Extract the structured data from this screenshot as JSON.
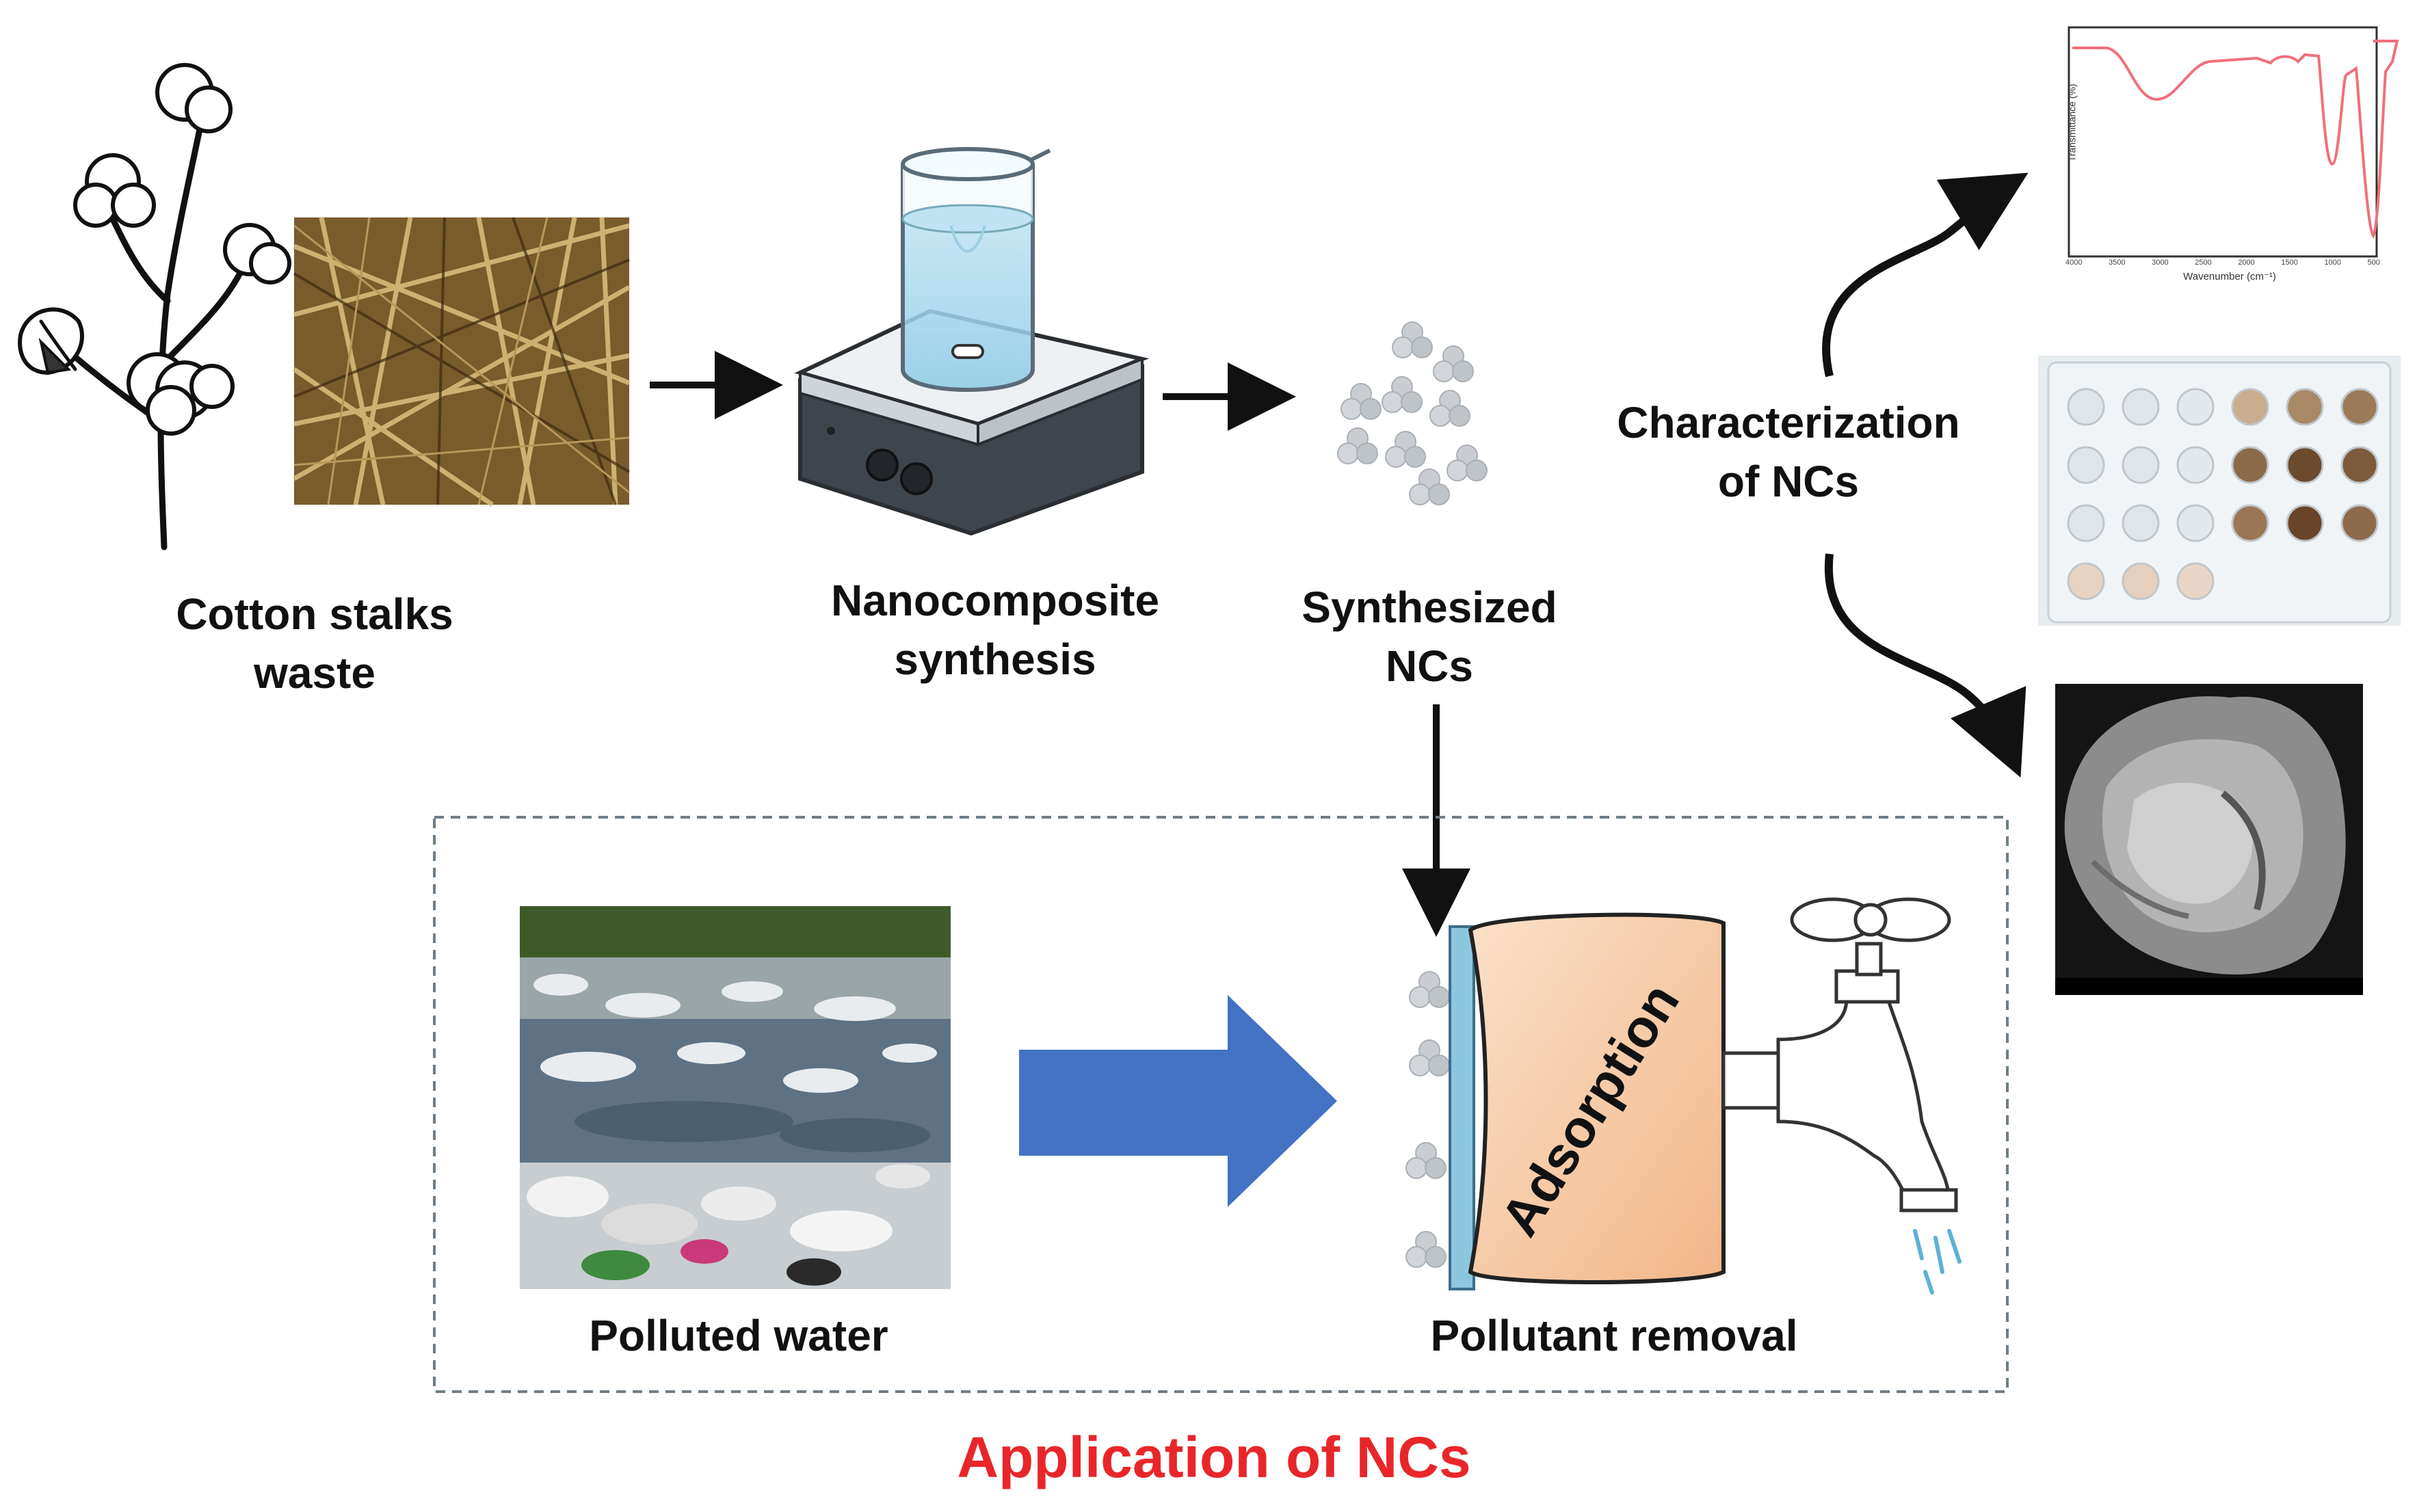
{
  "steps": {
    "cotton": {
      "line1": "Cotton stalks",
      "line2": "waste"
    },
    "synthesis": {
      "line1": "Nanocomposite",
      "line2": "synthesis"
    },
    "synthesized": {
      "line1": "Synthesized",
      "line2": "NCs"
    },
    "characterization": {
      "line1": "Characterization",
      "line2": "of NCs"
    }
  },
  "application": {
    "polluted_water": "Polluted water",
    "pollutant_removal": "Pollutant removal",
    "tank_label": "Adsorption",
    "title": "Application of NCs"
  },
  "ftir": {
    "ylabel": "Transmittance (%)",
    "xlabel": "Wavenumber (cm⁻¹)",
    "ticks": [
      "4000",
      "3500",
      "3000",
      "2500",
      "2000",
      "1500",
      "1000",
      "500"
    ]
  },
  "colors": {
    "title_red": "#e8262a",
    "blue_arrow": "#4472c4",
    "tank_fill": "#f6c9a6",
    "ftir_line": "#f0707a"
  },
  "icons": [
    "cotton-plant-icon",
    "hotplate-stirrer-icon",
    "beaker-icon",
    "nanoparticle-cluster-icon",
    "water-tap-icon"
  ]
}
